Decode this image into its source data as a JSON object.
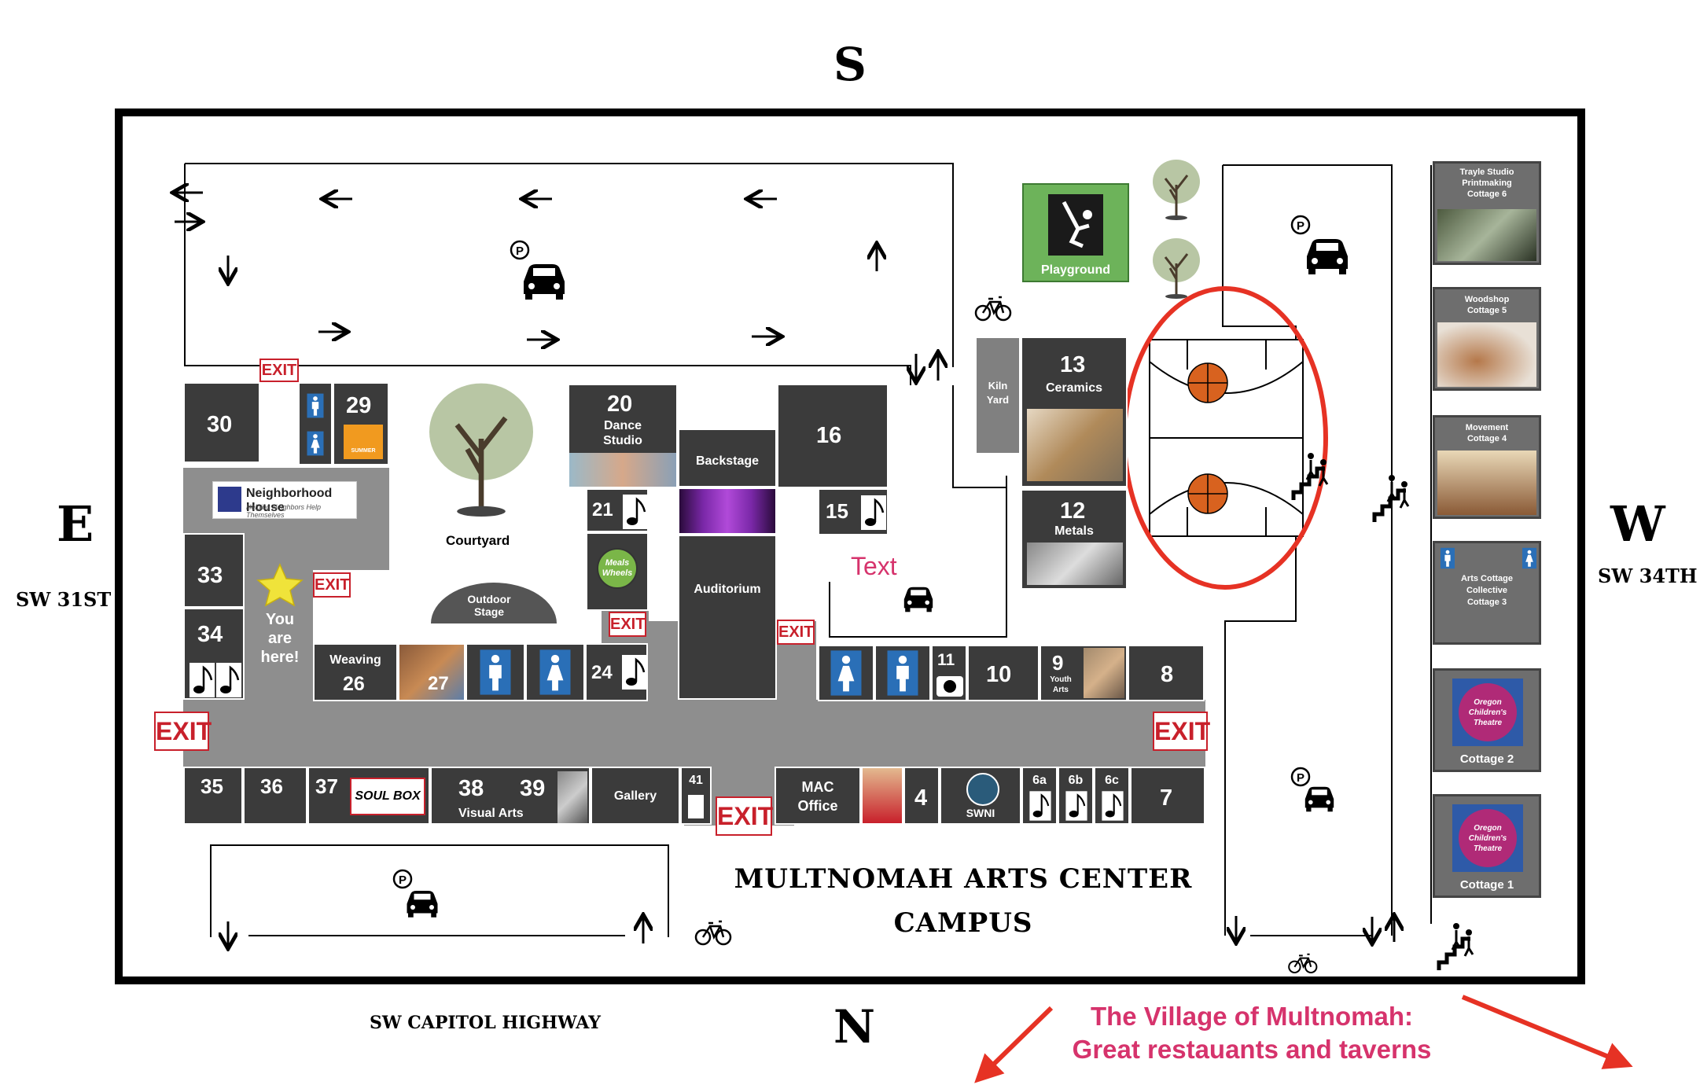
{
  "compass": {
    "south": "S",
    "north": "N",
    "east": "E",
    "west": "W"
  },
  "streets": {
    "east": "SW 31ST",
    "west": "SW 34TH",
    "north": "SW CAPITOL HIGHWAY"
  },
  "campus_title": {
    "line1": "MULTNOMAH ARTS CENTER",
    "line2": "CAMPUS"
  },
  "village": {
    "line1": "The Village of Multnomah:",
    "line2": "Great restauants and taverns"
  },
  "exit_label": "EXIT",
  "courtyard": {
    "label": "Courtyard",
    "stage_line1": "Outdoor",
    "stage_line2": "Stage"
  },
  "you_are_here": {
    "line1": "You",
    "line2": "are",
    "line3": "here!"
  },
  "neighborhood_house": {
    "name": "Neighborhood House",
    "tagline": "Helping Neighbors Help Themselves"
  },
  "summer_logo": "SUMMER",
  "text_label": "Text",
  "playground": "Playground",
  "kiln_yard": {
    "line1": "Kiln",
    "line2": "Yard"
  },
  "rooms": {
    "r30": "30",
    "r29": "29",
    "r33": "33",
    "r34": "34",
    "r20": "20",
    "r20_label1": "Dance",
    "r20_label2": "Studio",
    "backstage": "Backstage",
    "auditorium": "Auditorium",
    "r16": "16",
    "r21": "21",
    "r15": "15",
    "r24": "24",
    "r13": "13",
    "r13_label": "Ceramics",
    "r12": "12",
    "r12_label": "Metals",
    "weaving": "Weaving",
    "r26": "26",
    "r27": "27",
    "r11": "11",
    "r10": "10",
    "r9": "9",
    "r9_label1": "Youth",
    "r9_label2": "Arts",
    "r8": "8",
    "r35": "35",
    "r36": "36",
    "r37": "37",
    "soulbox": "SOUL BOX",
    "r38": "38",
    "r39": "39",
    "visual_arts": "Visual Arts",
    "gallery": "Gallery",
    "r41": "41",
    "mac_office1": "MAC",
    "mac_office2": "Office",
    "r4": "4",
    "swni": "SWNI",
    "r6a": "6a",
    "r6b": "6b",
    "r6c": "6c",
    "r7": "7",
    "meals_wheels": "Meals Wheels"
  },
  "cottages": {
    "c6": {
      "line1": "Trayle Studio",
      "line2": "Printmaking",
      "line3": "Cottage 6"
    },
    "c5": {
      "line1": "Woodshop",
      "line2": "Cottage 5"
    },
    "c4": {
      "line1": "Movement",
      "line2": "Cottage 4"
    },
    "c3": {
      "line1": "Arts Cottage",
      "line2": "Collective",
      "line3": "Cottage 3"
    },
    "c2": {
      "label": "Cottage 2"
    },
    "c1": {
      "label": "Cottage 1"
    },
    "oct": {
      "line1": "Oregon",
      "line2": "Children's",
      "line3": "Theatre"
    }
  },
  "icons": [
    "parking-icon",
    "car-icon",
    "bicycle-icon",
    "stairs-icon",
    "music-note-icon",
    "restroom-man-icon",
    "restroom-woman-icon",
    "tree-icon",
    "swing-icon",
    "basketball-icon",
    "star-icon",
    "arrow-icon"
  ],
  "colors": {
    "exit_red": "#c8202b",
    "room_dark": "#3b3b3b",
    "hall_gray": "#8e8e8e",
    "village_pink": "#d6336c",
    "playground_green": "#6db35a",
    "highlight_red": "#e63224"
  }
}
